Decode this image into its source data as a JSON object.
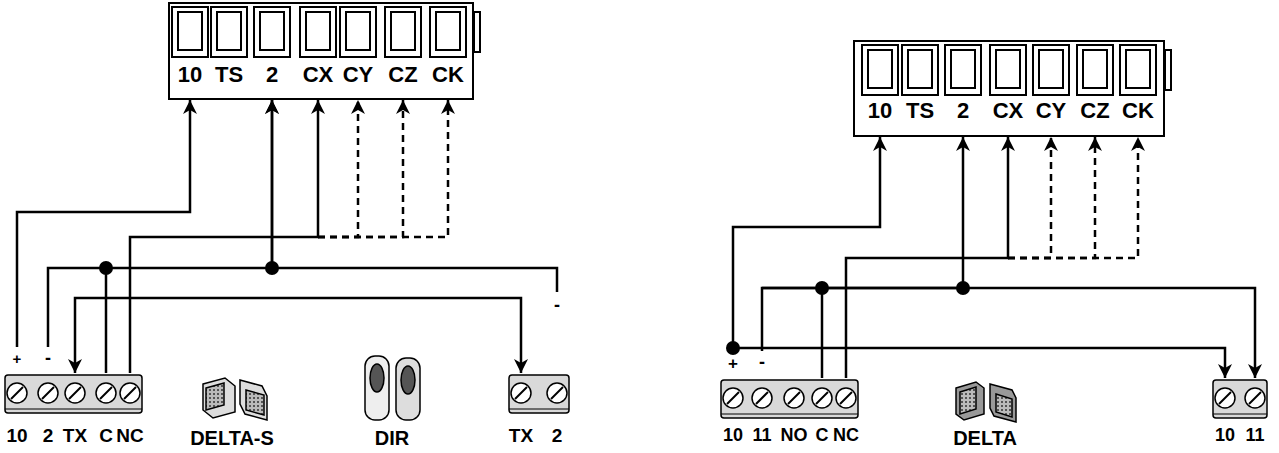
{
  "diagram": {
    "nodes": [
      {
        "text": [
          "10",
          "TS",
          "2",
          "CX",
          "CY",
          "CZ",
          "CK"
        ]
      },
      {
        "text": [
          "10",
          "2",
          "TX",
          "C",
          "NC"
        ]
      },
      {
        "text": [
          "TX",
          "2"
        ]
      },
      {
        "text": [
          "10",
          "TS",
          "2",
          "CX",
          "CY",
          "CZ",
          "CK"
        ]
      },
      {
        "text": [
          "10",
          "11",
          "NO",
          "C",
          "NC"
        ]
      },
      {
        "text": [
          "10",
          "11"
        ]
      }
    ],
    "edges": [
      {
        "from": 1,
        "to": 0,
        "arrow": "to"
      },
      {
        "from": 1,
        "to": 0,
        "arrow": "to"
      },
      {
        "from": 1,
        "to": 0,
        "arrow": "to"
      },
      {
        "from": 1,
        "to": 0,
        "arrow": "to"
      },
      {
        "from": 1,
        "to": 0,
        "arrow": "to"
      },
      {
        "from": 1,
        "to": 0,
        "arrow": "to"
      },
      {
        "from": 1,
        "to": 2,
        "arrow": "both"
      },
      {
        "from": 2,
        "to": 0,
        "arrow": "to"
      },
      {
        "from": 4,
        "to": 3,
        "arrow": "to"
      },
      {
        "from": 4,
        "to": 5,
        "arrow": "to"
      },
      {
        "from": 4,
        "to": 3,
        "arrow": "to"
      },
      {
        "from": 4,
        "to": 5,
        "arrow": "to"
      },
      {
        "from": 4,
        "to": 3,
        "arrow": "to"
      },
      {
        "from": 4,
        "to": 3,
        "arrow": "to"
      },
      {
        "from": 4,
        "to": 3,
        "arrow": "to"
      },
      {
        "from": 4,
        "to": 3,
        "arrow": "to"
      }
    ],
    "labels": [
      "+",
      "-",
      "DELTA-S",
      "DIR",
      "-",
      "+",
      "-",
      "DELTA"
    ]
  }
}
